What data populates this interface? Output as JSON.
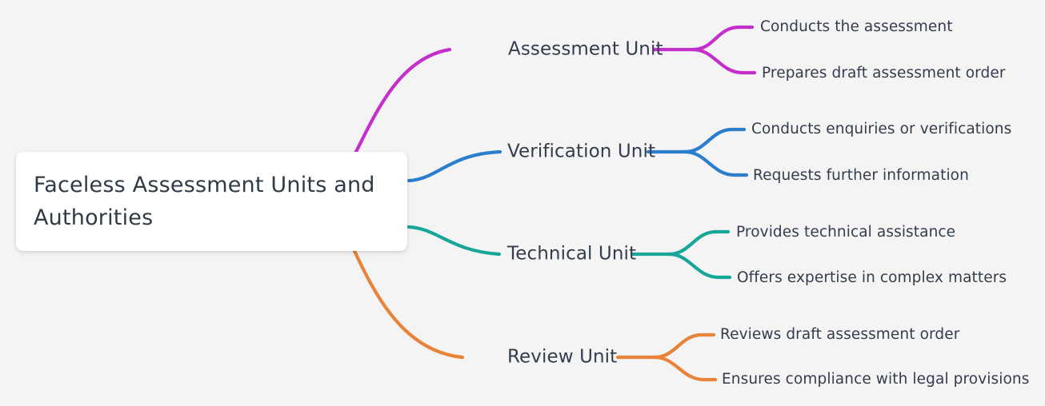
{
  "diagram": {
    "type": "mindmap",
    "orientation": "left-to-right",
    "background_color": "#f4f4f5",
    "text_color": "#333d4b",
    "root": {
      "label": "Faceless Assessment Units and Authorities",
      "line1": "Faceless Assessment Units and",
      "line2": "Authorities",
      "card_color": "#ffffff"
    },
    "branches": [
      {
        "label": "Assessment Unit",
        "color": "#c42ecb",
        "children": [
          {
            "label": "Conducts the assessment"
          },
          {
            "label": "Prepares draft assessment order"
          }
        ]
      },
      {
        "label": "Verification Unit",
        "color": "#2b7ecd",
        "children": [
          {
            "label": "Conducts enquiries or verifications"
          },
          {
            "label": "Requests further information"
          }
        ]
      },
      {
        "label": "Technical Unit",
        "color": "#18a699",
        "children": [
          {
            "label": "Provides technical assistance"
          },
          {
            "label": "Offers expertise in complex matters"
          }
        ]
      },
      {
        "label": "Review Unit",
        "color": "#e8833a",
        "children": [
          {
            "label": "Reviews draft assessment order"
          },
          {
            "label": "Ensures compliance with legal provisions"
          }
        ]
      }
    ]
  }
}
